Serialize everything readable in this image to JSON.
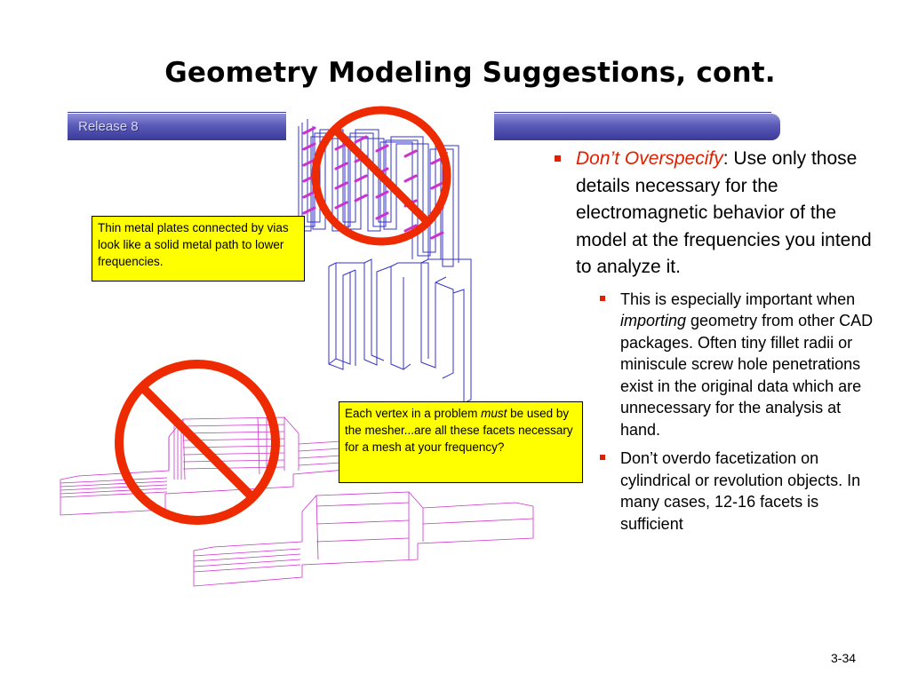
{
  "slide": {
    "title": "Geometry Modeling Suggestions, cont.",
    "release_label": "Release 8",
    "page_number": "3-34"
  },
  "bullets": {
    "main_emphasis": "Don’t Overspecify",
    "main_text": ":  Use only those details necessary for the electromagnetic behavior of the model at the frequencies you intend to analyze it.",
    "sub1_before": "This is especially important when ",
    "sub1_italic": "importing",
    "sub1_after": " geometry from other CAD packages.  Often tiny fillet radii or miniscule screw hole penetrations exist in the original data which are unnecessary for the analysis at hand.",
    "sub2": "Don’t overdo facetization on cylindrical or revolution objects.  In many cases, 12-16 facets is sufficient"
  },
  "callouts": {
    "vias": "Thin metal plates connected by vias look like a solid metal path to lower frequencies.",
    "vertex_before": "Each vertex in a problem ",
    "vertex_italic": "must",
    "vertex_after": " be used by the mesher...are all these facets necessary for a mesh at your frequency?"
  },
  "colors": {
    "accent_red": "#e02000",
    "band_blue": "#4a4aa8",
    "callout_yellow": "#ffff00",
    "mesh_magenta": "#cc33cc",
    "wire_blue": "#3333cc"
  },
  "icons": [
    "prohibition-icon",
    "prohibition-icon"
  ]
}
